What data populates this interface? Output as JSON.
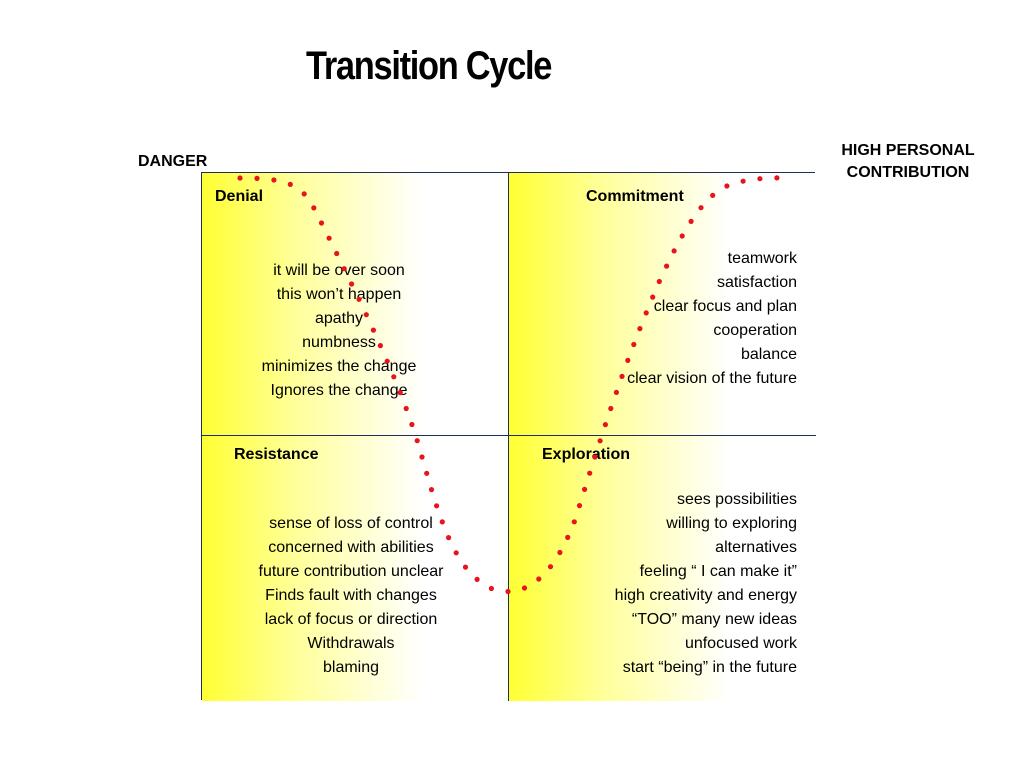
{
  "title": "Transition Cycle",
  "labels": {
    "left": "DANGER",
    "right_line1": "HIGH PERSONAL",
    "right_line2": "CONTRIBUTION"
  },
  "quadrants": {
    "denial": {
      "title": "Denial",
      "items": [
        "it will be over soon",
        "this won’t happen",
        "apathy",
        "numbness",
        "minimizes the change",
        "Ignores the change"
      ]
    },
    "commitment": {
      "title": "Commitment",
      "items": [
        "teamwork",
        "satisfaction",
        "clear focus and plan",
        "cooperation",
        "balance",
        "clear vision of the future"
      ]
    },
    "resistance": {
      "title": "Resistance",
      "items": [
        "sense of loss of control",
        "concerned with abilities",
        "future contribution unclear",
        "Finds fault with changes",
        "lack of focus or direction",
        "Withdrawals",
        "blaming"
      ]
    },
    "exploration": {
      "title": "Exploration",
      "items": [
        "sees possibilities",
        "willing to exploring",
        "alternatives",
        "feeling “ I can make it”",
        "high creativity and energy",
        "“TOO” many new ideas",
        "unfocused work",
        "start “being” in the future"
      ]
    }
  },
  "colors": {
    "dots": "#e8141c",
    "quadrant_fill": "#ffff33",
    "border": "#1f2d5a"
  }
}
